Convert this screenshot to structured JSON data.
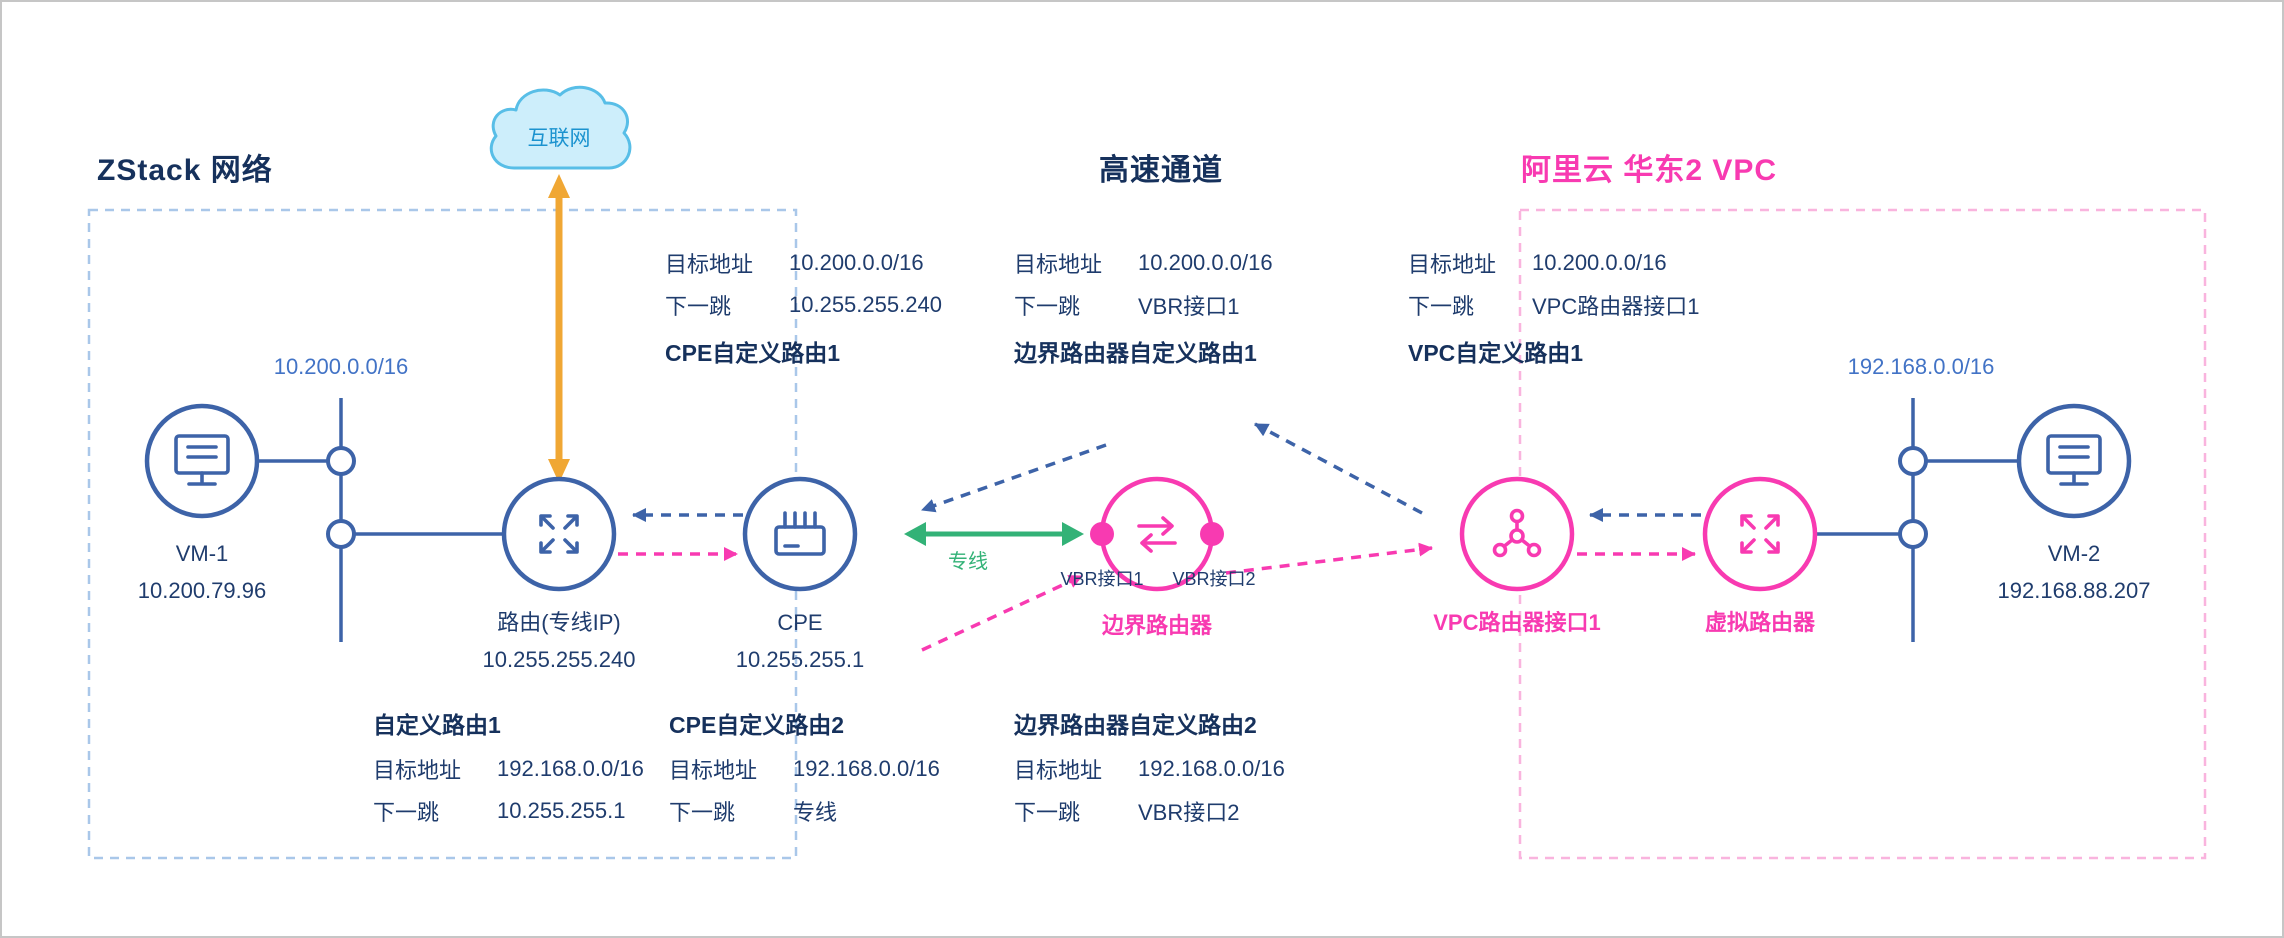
{
  "page": {
    "background": "#ffffff",
    "frame_border": "#c6c6c6"
  },
  "titles": {
    "zstack_network": "ZStack 网络",
    "express_channel": "高速通道",
    "aliyun_vpc": "阿里云 华东2 VPC"
  },
  "nodes": {
    "internet": {
      "label": "互联网"
    },
    "vm1": {
      "label": "VM-1",
      "ip": "10.200.79.96"
    },
    "router": {
      "label": "路由(专线IP)",
      "ip": "10.255.255.240"
    },
    "cpe": {
      "label": "CPE",
      "ip": "10.255.255.1"
    },
    "vbr": {
      "label": "边界路由器",
      "interface1": "VBR接口1",
      "interface2": "VBR接口2"
    },
    "vpc_interface": {
      "label": "VPC路由器接口1"
    },
    "virtual_router": {
      "label": "虚拟路由器"
    },
    "vm2": {
      "label": "VM-2",
      "ip": "192.168.88.207"
    }
  },
  "subnets": {
    "zstack": "10.200.0.0/16",
    "vpc": "192.168.0.0/16"
  },
  "links": {
    "leased_line": "专线"
  },
  "route_tables": [
    {
      "title": "CPE自定义路由1",
      "rows": [
        {
          "k": "目标地址",
          "v": "10.200.0.0/16"
        },
        {
          "k": "下一跳",
          "v": "10.255.255.240"
        }
      ]
    },
    {
      "title": "边界路由器自定义路由1",
      "rows": [
        {
          "k": "目标地址",
          "v": "10.200.0.0/16"
        },
        {
          "k": "下一跳",
          "v": "VBR接口1"
        }
      ]
    },
    {
      "title": "VPC自定义路由1",
      "rows": [
        {
          "k": "目标地址",
          "v": "10.200.0.0/16"
        },
        {
          "k": "下一跳",
          "v": "VPC路由器接口1"
        }
      ]
    },
    {
      "title": "自定义路由1",
      "rows": [
        {
          "k": "目标地址",
          "v": "192.168.0.0/16"
        },
        {
          "k": "下一跳",
          "v": "10.255.255.1"
        }
      ]
    },
    {
      "title": "CPE自定义路由2",
      "rows": [
        {
          "k": "目标地址",
          "v": "192.168.0.0/16"
        },
        {
          "k": "下一跳",
          "v": "专线"
        }
      ]
    },
    {
      "title": "边界路由器自定义路由2",
      "rows": [
        {
          "k": "目标地址",
          "v": "192.168.0.0/16"
        },
        {
          "k": "下一跳",
          "v": "VBR接口2"
        }
      ]
    }
  ],
  "colors": {
    "navy_title": "#16315c",
    "navy_text": "#1f3c6d",
    "node_blue": "#3d63a8",
    "subnet_blue": "#4273c6",
    "pink": "#f83ab1",
    "pink_region_border": "#f9b4de",
    "blue_region_border": "#a9c7e9",
    "green": "#33b277",
    "orange": "#f0a734",
    "cloud_fill": "#cdeefb",
    "cloud_stroke": "#58bee7",
    "cloud_text": "#1c93cf"
  },
  "icons": [
    "internet-cloud-icon",
    "vm-monitor-icon",
    "router-arrows-icon",
    "cpe-device-icon",
    "vbr-exchange-icon",
    "vpc-interface-topology-icon",
    "virtual-router-arrows-icon",
    "leased-line-arrow",
    "internet-link-arrow"
  ]
}
